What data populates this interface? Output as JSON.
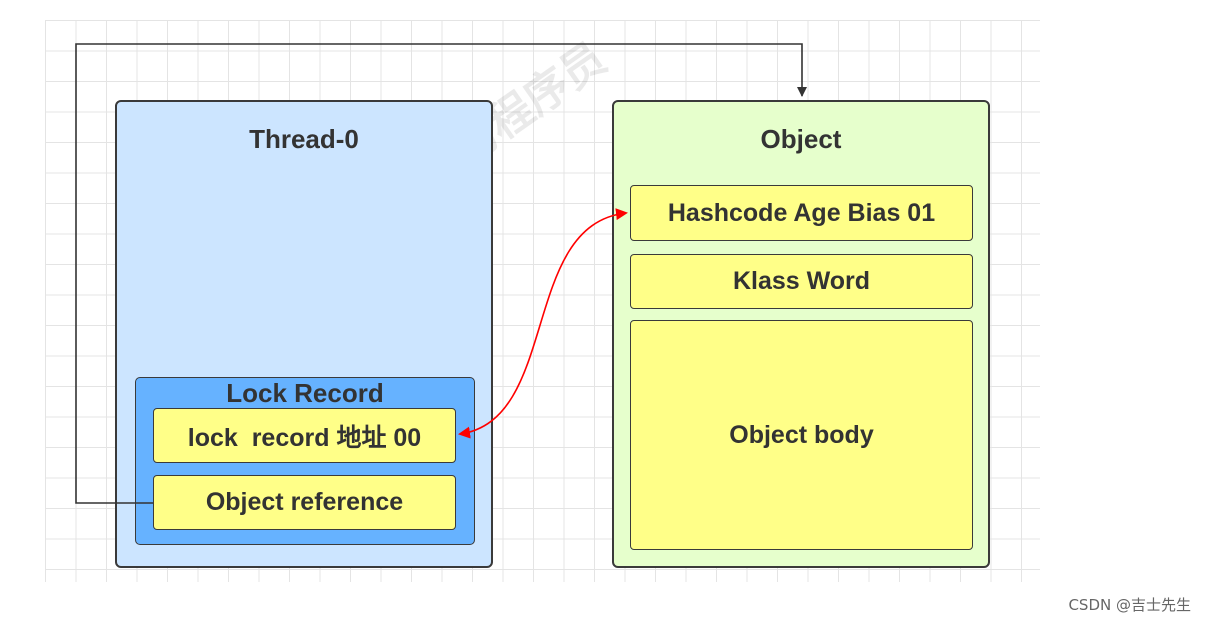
{
  "diagram": {
    "thread": {
      "title": "Thread-0"
    },
    "lock_record": {
      "title": "Lock Record",
      "record_cell": "lock  record 地址 00",
      "reference_cell": "Object reference"
    },
    "object": {
      "title": "Object",
      "mark_word_cell": "Hashcode Age Bias 01",
      "klass_word_cell": "Klass Word",
      "body_cell": "Object body"
    }
  },
  "watermark": {
    "text": "黑马程序员"
  },
  "credit": "CSDN @吉士先生",
  "colors": {
    "thread_fill": "#cce5ff",
    "object_fill": "#e6ffcc",
    "lock_record_fill": "#66b2ff",
    "cell_fill": "#ffff88",
    "red_arrow": "#ff0000",
    "dark_arrow": "#333333"
  }
}
